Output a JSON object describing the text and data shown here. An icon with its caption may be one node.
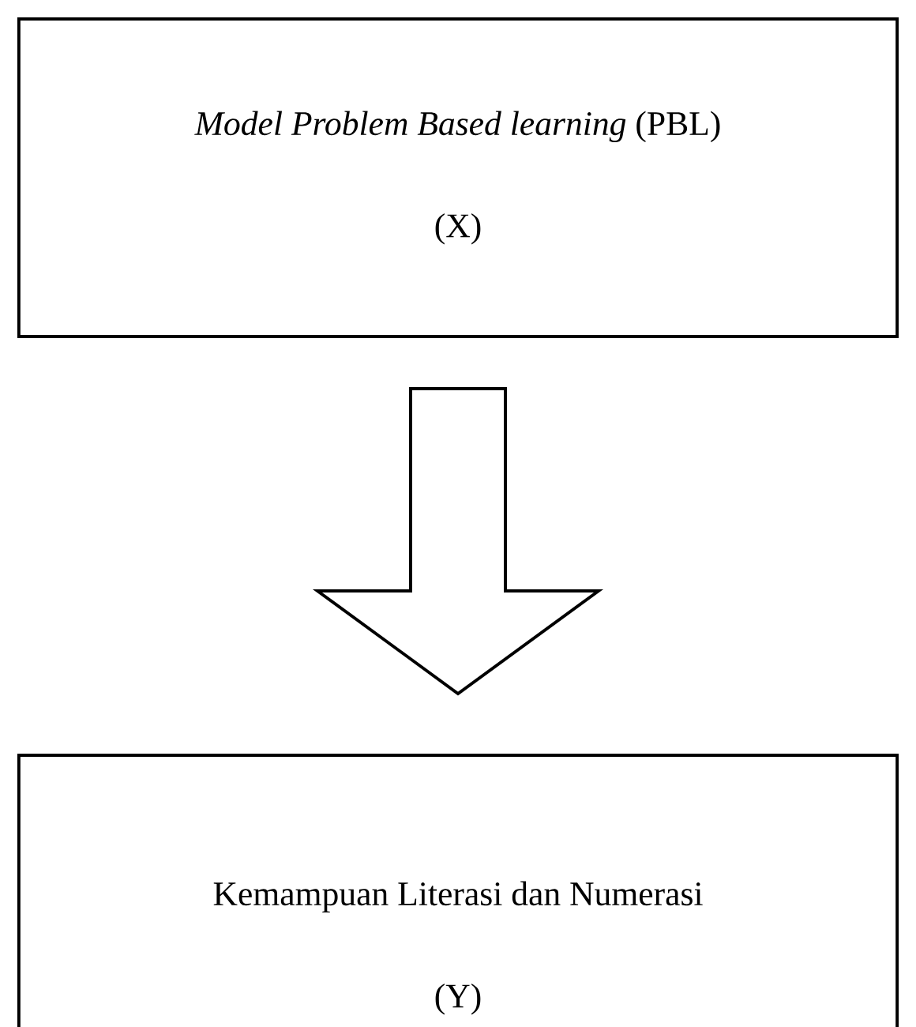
{
  "diagram": {
    "nodes": [
      {
        "text": [
          "*Model Problem Based learning* (PBL)",
          "(X)"
        ]
      },
      {
        "text": [
          "Kemampuan Literasi dan Numerasi",
          "(Y)"
        ]
      }
    ],
    "edges": [
      {
        "from": 0,
        "to": 1,
        "arrow": "to"
      }
    ]
  }
}
